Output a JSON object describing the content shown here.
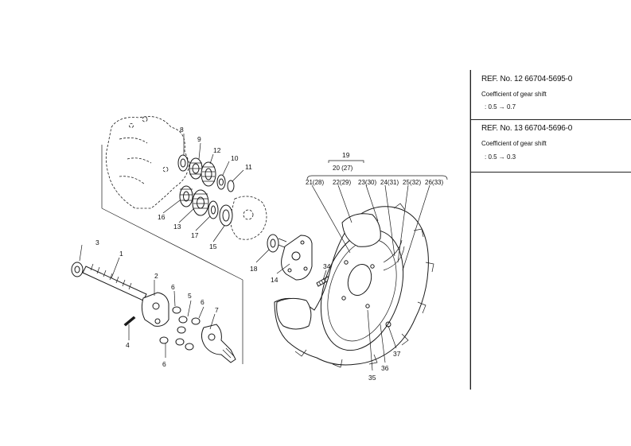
{
  "callouts": [
    "1",
    "2",
    "3",
    "4",
    "5",
    "6",
    "6",
    "6",
    "7",
    "8",
    "9",
    "10",
    "11",
    "12",
    "13",
    "14",
    "15",
    "16",
    "17",
    "18",
    "19",
    "20 (27)",
    "21(28)",
    "22(29)",
    "23(30)",
    "24(31)",
    "25(32)",
    "26(33)",
    "34",
    "35",
    "36",
    "37"
  ],
  "ref_notes": [
    {
      "ref": "REF. No. 12  66704-5695-0",
      "label": "Coefficient of gear shift",
      "ratio": ": 0.5 → 0.7"
    },
    {
      "ref": "REF. No. 13  66704-5696-0",
      "label": "Coefficient of gear shift",
      "ratio": ": 0.5 → 0.3"
    }
  ]
}
